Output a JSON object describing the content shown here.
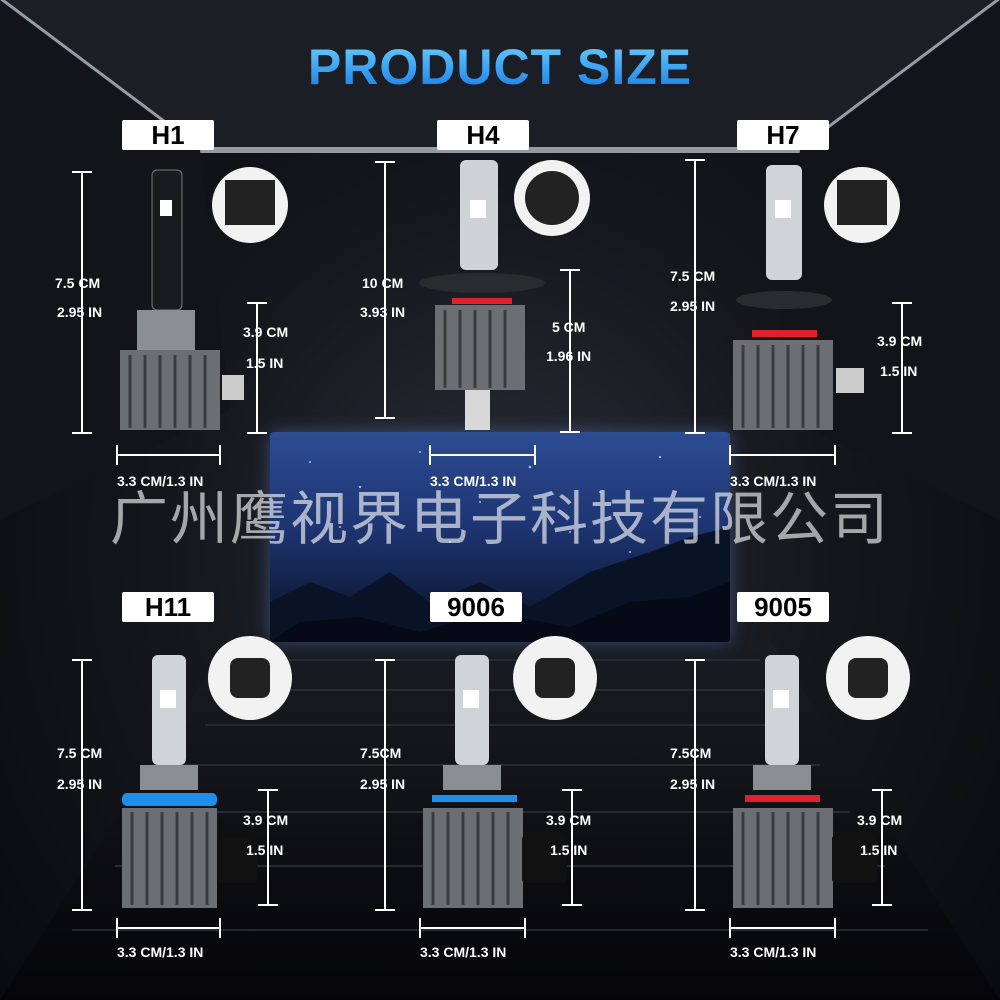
{
  "title": "PRODUCT SIZE",
  "watermark": "广州鹰视界电子科技有限公司",
  "accent_colors": {
    "title_top": "#6fd3ff",
    "title_bottom": "#1177e6",
    "blue_ring": "#1e8ee8",
    "red_ring": "#e0202c"
  },
  "bulbs": [
    {
      "label": "H1",
      "height_cm": "7.5 CM",
      "height_in": "2.95 IN",
      "base_cm": "3.9 CM",
      "base_in": "1.5 IN",
      "width": "3.3 CM/1.3 IN",
      "ring": "none",
      "socket_icon": "h1-socket-icon"
    },
    {
      "label": "H4",
      "height_cm": "10 CM",
      "height_in": "3.93 IN",
      "base_cm": "5 CM",
      "base_in": "1.96 IN",
      "width": "3.3 CM/1.3 IN",
      "ring": "red",
      "socket_icon": "h4-socket-icon"
    },
    {
      "label": "H7",
      "height_cm": "7.5 CM",
      "height_in": "2.95 IN",
      "base_cm": "3.9 CM",
      "base_in": "1.5 IN",
      "width": "3.3 CM/1.3 IN",
      "ring": "red",
      "socket_icon": "h7-socket-icon"
    },
    {
      "label": "H11",
      "height_cm": "7.5 CM",
      "height_in": "2.95 IN",
      "base_cm": "3.9 CM",
      "base_in": "1.5 IN",
      "width": "3.3 CM/1.3 IN",
      "ring": "blue",
      "socket_icon": "h11-socket-icon"
    },
    {
      "label": "9006",
      "height_cm": "7.5CM",
      "height_in": "2.95 IN",
      "base_cm": "3.9 CM",
      "base_in": "1.5 IN",
      "width": "3.3 CM/1.3 IN",
      "ring": "blue",
      "socket_icon": "9006-socket-icon"
    },
    {
      "label": "9005",
      "height_cm": "7.5CM",
      "height_in": "2.95 IN",
      "base_cm": "3.9 CM",
      "base_in": "1.5 IN",
      "width": "3.3 CM/1.3 IN",
      "ring": "red",
      "socket_icon": "9005-socket-icon"
    }
  ]
}
